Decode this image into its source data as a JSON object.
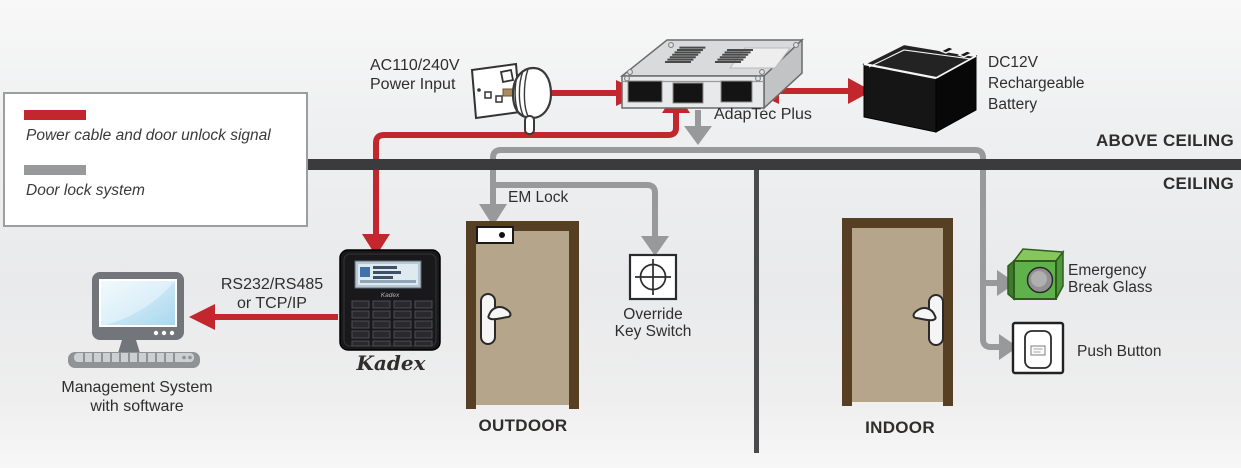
{
  "legend": {
    "power_cable": "Power cable and door unlock signal",
    "door_lock": "Door lock system"
  },
  "power_input": {
    "line1": "AC110/240V",
    "line2": "Power Input"
  },
  "adaptec": {
    "label": "AdapTec Plus"
  },
  "battery": {
    "line1": "DC12V",
    "line2": "Rechargeable",
    "line3": "Battery"
  },
  "zones": {
    "above_ceiling": "ABOVE CEILING",
    "ceiling": "CEILING",
    "outdoor": "OUTDOOR",
    "indoor": "INDOOR"
  },
  "em_lock": {
    "label": "EM Lock"
  },
  "override_switch": {
    "line1": "Override",
    "line2": "Key Switch"
  },
  "emergency_break_glass": {
    "line1": "Emergency",
    "line2": "Break Glass"
  },
  "push_button": {
    "label": "Push Button"
  },
  "connection": {
    "line1": "RS232/RS485",
    "line2": "or TCP/IP"
  },
  "management": {
    "line1": "Management System",
    "line2": "with software"
  },
  "kadex": {
    "label": "Kadex",
    "brand": "Kadex"
  },
  "colors": {
    "power_cable_line": "#c1272d",
    "door_lock_line": "#98999b",
    "ceiling_bar": "#3b3b3d",
    "door_frame": "#573f24",
    "door_fill": "#b5a58a",
    "break_glass_green": "#5fb24a"
  }
}
